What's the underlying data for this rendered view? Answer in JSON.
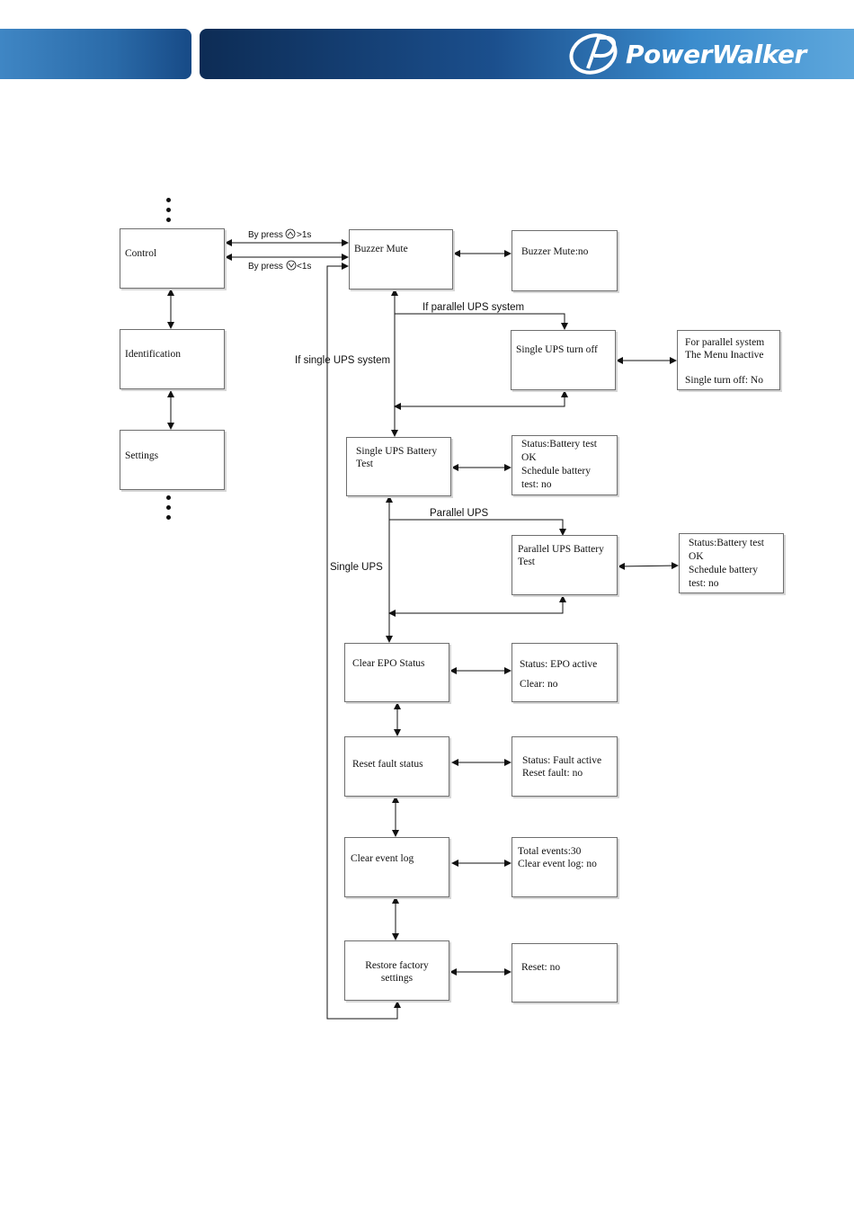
{
  "header": {
    "brand": "PowerWalker"
  },
  "boxes": {
    "control": "Control",
    "identification": "Identification",
    "settings": "Settings",
    "buzzer_mute": "Buzzer  Mute",
    "buzzer_mute_no": "Buzzer  Mute:no",
    "single_turn_off": "Single UPS turn off",
    "parallel_inactive": "For parallel system\nThe Menu Inactive\n\nSingle turn off: No",
    "single_battery_test": "Single UPS  Battery\nTest",
    "single_battery_status": "Status:Battery test\nOK\nSchedule battery\ntest: no",
    "parallel_battery_test": "Parallel UPS  Battery\nTest",
    "parallel_battery_status": "Status:Battery test\nOK\nSchedule battery\ntest: no",
    "clear_epo": "Clear EPO Status",
    "epo_status": "Status: EPO active\n\nClear: no",
    "reset_fault": "Reset fault status",
    "fault_status": "Status: Fault active\nReset fault: no",
    "clear_log": "Clear event log",
    "log_status": "Total events:30\nClear event log: no",
    "restore_factory": "Restore factory\nsettings",
    "reset_status": "Reset: no"
  },
  "edges": {
    "press_up_prefix": "By press",
    "press_up_suffix": ">1s",
    "press_down_prefix": "By press",
    "press_down_suffix": "<1s",
    "if_parallel": "If parallel UPS system",
    "if_single": "If single UPS system",
    "parallel_ups": "Parallel UPS",
    "single_ups": "Single UPS"
  }
}
